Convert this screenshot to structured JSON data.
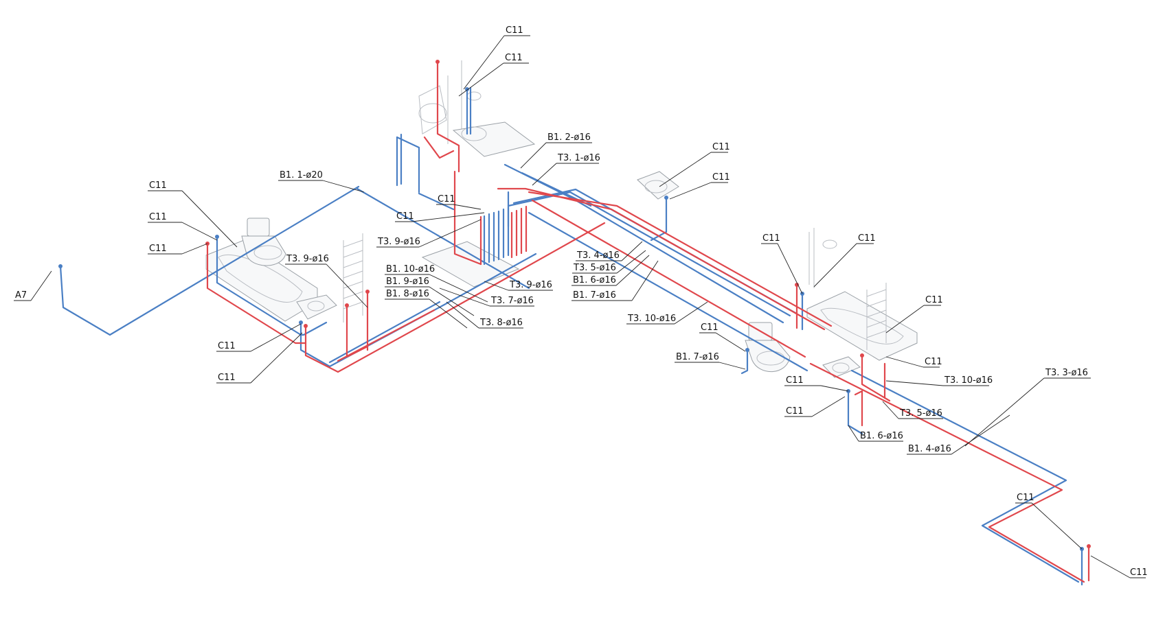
{
  "title": "",
  "colors": {
    "cold_water": "#4a7fc4",
    "hot_water": "#e0474c",
    "leader": "#222222",
    "fixture": "#b8bcc2",
    "background": "#ffffff"
  },
  "labels": [
    {
      "id": "c11-top-1",
      "text": "С11"
    },
    {
      "id": "c11-top-2",
      "text": "С11"
    },
    {
      "id": "v1-2",
      "text": "В1. 2-ø16"
    },
    {
      "id": "t3-1",
      "text": "Т3. 1-ø16"
    },
    {
      "id": "c11-sink-1",
      "text": "С11"
    },
    {
      "id": "c11-sink-2",
      "text": "С11"
    },
    {
      "id": "v1-1",
      "text": "В1. 1-ø20"
    },
    {
      "id": "c11-mid-1",
      "text": "С11"
    },
    {
      "id": "c11-mid-2",
      "text": "С11"
    },
    {
      "id": "c11-left-1",
      "text": "С11"
    },
    {
      "id": "c11-left-2",
      "text": "С11"
    },
    {
      "id": "c11-left-3",
      "text": "С11"
    },
    {
      "id": "t3-9-a",
      "text": "Т3. 9-ø16"
    },
    {
      "id": "t3-9-b",
      "text": "Т3. 9-ø16"
    },
    {
      "id": "a7",
      "text": "А7"
    },
    {
      "id": "b1-10",
      "text": "В1. 10-ø16"
    },
    {
      "id": "b1-9",
      "text": "В1. 9-ø16"
    },
    {
      "id": "b1-8",
      "text": "В1. 8-ø16"
    },
    {
      "id": "t3-9-c",
      "text": "Т3. 9-ø16"
    },
    {
      "id": "t3-7",
      "text": "Т3. 7-ø16"
    },
    {
      "id": "t3-8",
      "text": "Т3. 8-ø16"
    },
    {
      "id": "t3-4",
      "text": "Т3. 4-ø16"
    },
    {
      "id": "t3-5-a",
      "text": "Т3. 5-ø16"
    },
    {
      "id": "b1-6-a",
      "text": "В1. 6-ø16"
    },
    {
      "id": "b1-7-a",
      "text": "В1. 7-ø16"
    },
    {
      "id": "t3-10-a",
      "text": "Т3. 10-ø16"
    },
    {
      "id": "c11-shower-1",
      "text": "С11"
    },
    {
      "id": "c11-shower-2",
      "text": "С11"
    },
    {
      "id": "c11-right-1",
      "text": "С11"
    },
    {
      "id": "c11-right-2",
      "text": "С11"
    },
    {
      "id": "c11-bottom-1",
      "text": "С11"
    },
    {
      "id": "c11-bottom-2",
      "text": "С11"
    },
    {
      "id": "c11-wc",
      "text": "С11"
    },
    {
      "id": "b1-7-b",
      "text": "В1. 7-ø16"
    },
    {
      "id": "c11-rb-1",
      "text": "С11"
    },
    {
      "id": "c11-rb-2",
      "text": "С11"
    },
    {
      "id": "t3-10-b",
      "text": "Т3. 10-ø16"
    },
    {
      "id": "t3-5-b",
      "text": "Т3. 5-ø16"
    },
    {
      "id": "b1-6-b",
      "text": "В1. 6-ø16"
    },
    {
      "id": "t3-3",
      "text": "Т3. 3-ø16"
    },
    {
      "id": "b1-4",
      "text": "В1. 4-ø16"
    },
    {
      "id": "c11-far-1",
      "text": "С11"
    },
    {
      "id": "c11-far-2",
      "text": "С11"
    }
  ]
}
